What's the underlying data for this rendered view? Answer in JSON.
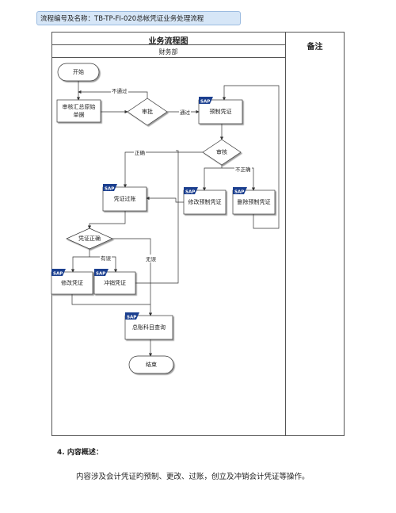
{
  "header": {
    "title": "流程编号及名称：TB-TP-FI-020总帐凭证业务处理流程"
  },
  "table": {
    "flow_title": "业务流程图",
    "notes_title": "备注",
    "department": "财务部"
  },
  "nodes": {
    "start": "开始",
    "review_source": [
      "审核汇总原始",
      "单据"
    ],
    "approve": "审批",
    "prepare": "预制凭证",
    "audit": "审核",
    "posting": "凭证过账",
    "modify_preset": "修改预制凭证",
    "delete_preset": "删除预制凭证",
    "voucher_correct": "凭证正确",
    "modify_voucher": "修改凭证",
    "reverse_voucher": "冲销凭证",
    "gl_query": "总账科目查询",
    "end": "结束"
  },
  "edges": {
    "not_pass": "不通过",
    "pass": "通过",
    "correct": "正确",
    "incorrect": "不正确",
    "has_error": "有误",
    "no_error": "无误"
  },
  "sap_logo": "SAP",
  "section": {
    "title": "4. 内容概述：",
    "body": "内容涉及会计凭证旳预制、更改、过账，创立及冲销会计凭证等操作。"
  }
}
